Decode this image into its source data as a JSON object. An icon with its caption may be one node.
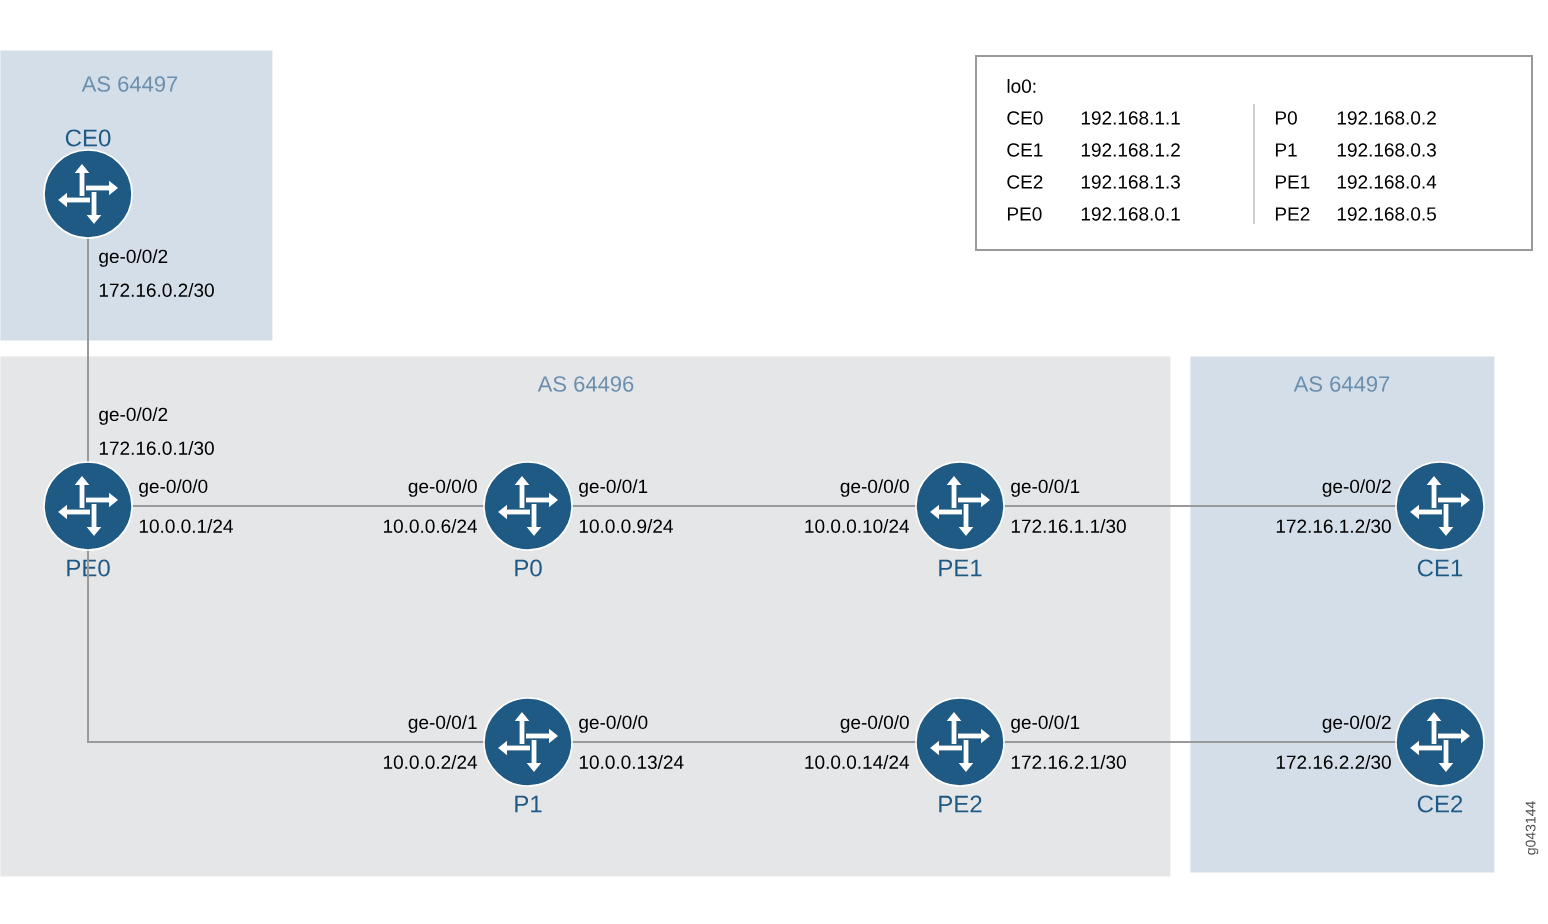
{
  "diagram": {
    "nodes": [
      {
        "text": [
          "AS 64497"
        ]
      },
      {
        "text": [
          "CE0"
        ],
        "in": 0,
        "beside": [
          "ge-0/0/2",
          "172.16.0.2/30"
        ]
      },
      {
        "text": [
          "AS 64496"
        ]
      },
      {
        "text": [
          "PE0"
        ],
        "in": 2,
        "beside": [
          "ge-0/0/2",
          "172.16.0.1/30",
          "ge-0/0/0",
          "10.0.0.1/24"
        ]
      },
      {
        "text": [
          "P0"
        ],
        "in": 2,
        "beside": [
          "ge-0/0/0",
          "10.0.0.6/24",
          "ge-0/0/1",
          "10.0.0.9/24"
        ]
      },
      {
        "text": [
          "PE1"
        ],
        "in": 2,
        "beside": [
          "ge-0/0/0",
          "10.0.0.10/24",
          "ge-0/0/1",
          "172.16.1.1/30"
        ]
      },
      {
        "text": [
          "P1"
        ],
        "in": 2,
        "beside": [
          "ge-0/0/1",
          "10.0.0.2/24",
          "ge-0/0/0",
          "10.0.0.13/24"
        ]
      },
      {
        "text": [
          "PE2"
        ],
        "in": 2,
        "beside": [
          "ge-0/0/0",
          "10.0.0.14/24",
          "ge-0/0/1",
          "172.16.2.1/30"
        ]
      },
      {
        "text": [
          "AS 64497"
        ]
      },
      {
        "text": [
          "CE1"
        ],
        "in": 8,
        "beside": [
          "ge-0/0/2",
          "172.16.1.2/30"
        ]
      },
      {
        "text": [
          "CE2"
        ],
        "in": 8,
        "beside": [
          "ge-0/0/2",
          "172.16.2.2/30"
        ]
      }
    ],
    "edges": [
      {
        "from": 1,
        "to": 3,
        "arrow": "none"
      },
      {
        "from": 3,
        "to": 4,
        "arrow": "none"
      },
      {
        "from": 4,
        "to": 5,
        "arrow": "none"
      },
      {
        "from": 5,
        "to": 9,
        "arrow": "none"
      },
      {
        "from": 3,
        "to": 6,
        "arrow": "none"
      },
      {
        "from": 6,
        "to": 7,
        "arrow": "none"
      },
      {
        "from": 7,
        "to": 10,
        "arrow": "none"
      }
    ],
    "labels": [
      "lo0:",
      "CE0",
      "192.168.1.1",
      "P0",
      "192.168.0.2",
      "CE1",
      "192.168.1.2",
      "P1",
      "192.168.0.3",
      "CE2",
      "192.168.1.3",
      "PE1",
      "192.168.0.4",
      "PE0",
      "192.168.0.1",
      "PE2",
      "192.168.0.5",
      "g043144"
    ]
  }
}
